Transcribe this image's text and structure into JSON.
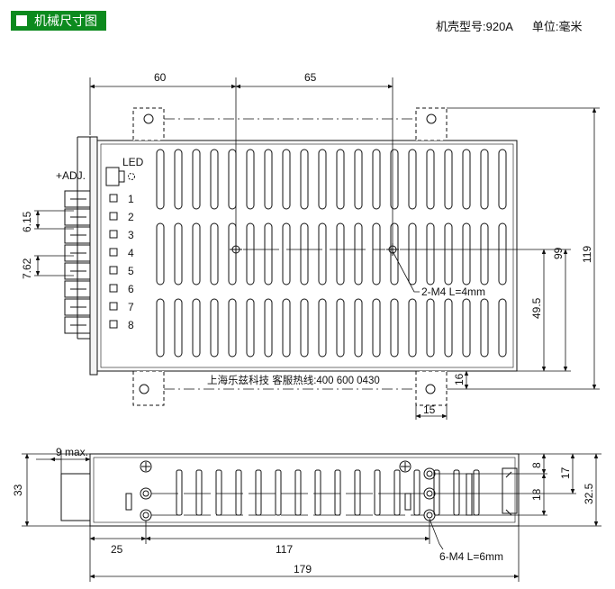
{
  "header": {
    "title": "机械尺寸图"
  },
  "model": {
    "label": "机壳型号:920A",
    "unit": "单位:毫米"
  },
  "top_view": {
    "dim_left": "60",
    "dim_center": "65",
    "dim_height_outer": "119",
    "dim_height_inner": "99",
    "dim_mid": "49.5",
    "dim_tab_width": "15",
    "dim_tab_height": "16",
    "dim_pitch_a": "6.15",
    "dim_pitch_b": "7.62",
    "adj_label": "+ADJ.",
    "led_label": "LED",
    "screw_note": "2-M4 L=4mm",
    "company": "上海乐兹科技 客服热线:400 600 0430",
    "terminals": [
      "1",
      "2",
      "3",
      "4",
      "5",
      "6",
      "7",
      "8"
    ]
  },
  "side_view": {
    "dim_9max": "9 max.",
    "dim_height": "33",
    "dim_25": "25",
    "dim_117": "117",
    "dim_179": "179",
    "dim_8": "8",
    "dim_17": "17",
    "dim_18": "18",
    "dim_32_5": "32.5",
    "screw_note": "6-M4 L=6mm"
  }
}
